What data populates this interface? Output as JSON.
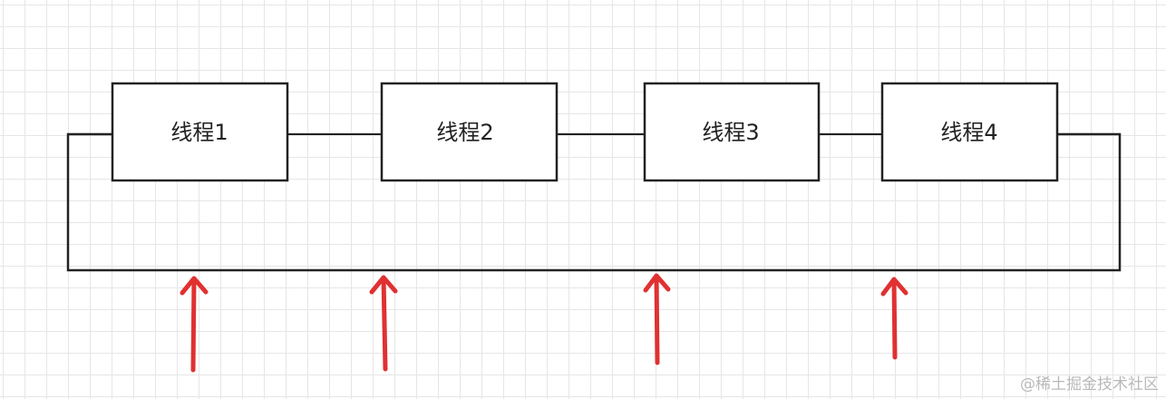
{
  "diagram": {
    "threads": [
      {
        "label": "线程1"
      },
      {
        "label": "线程2"
      },
      {
        "label": "线程3"
      },
      {
        "label": "线程4"
      }
    ],
    "colors": {
      "stroke": "#222222",
      "arrow": "#e03131",
      "grid": "#e6e6e6",
      "background": "#ffffff"
    }
  },
  "watermark": "@稀土掘金技术社区"
}
